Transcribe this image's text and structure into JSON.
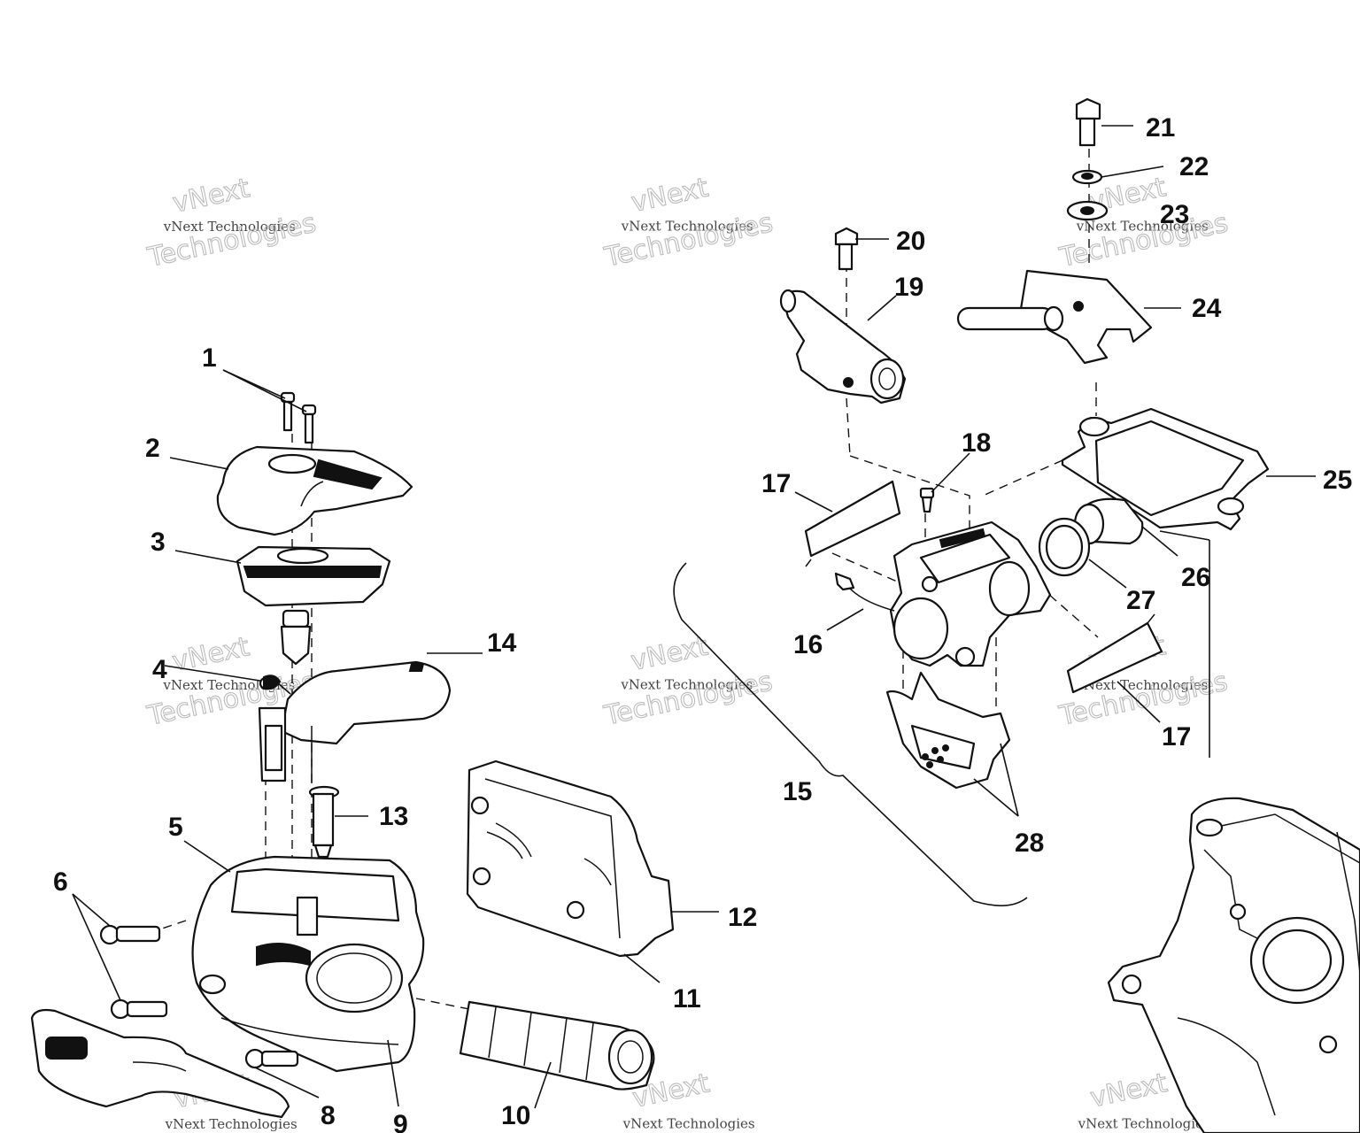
{
  "watermark": {
    "line_1": "vNext",
    "line_2": "vNext Technologies",
    "line_3": "Technologies"
  },
  "callouts": [
    "1",
    "2",
    "3",
    "4",
    "5",
    "6",
    "8",
    "9",
    "10",
    "11",
    "12",
    "13",
    "14",
    "15",
    "16",
    "17",
    "17",
    "18",
    "19",
    "20",
    "21",
    "22",
    "23",
    "24",
    "25",
    "26",
    "27",
    "28"
  ]
}
